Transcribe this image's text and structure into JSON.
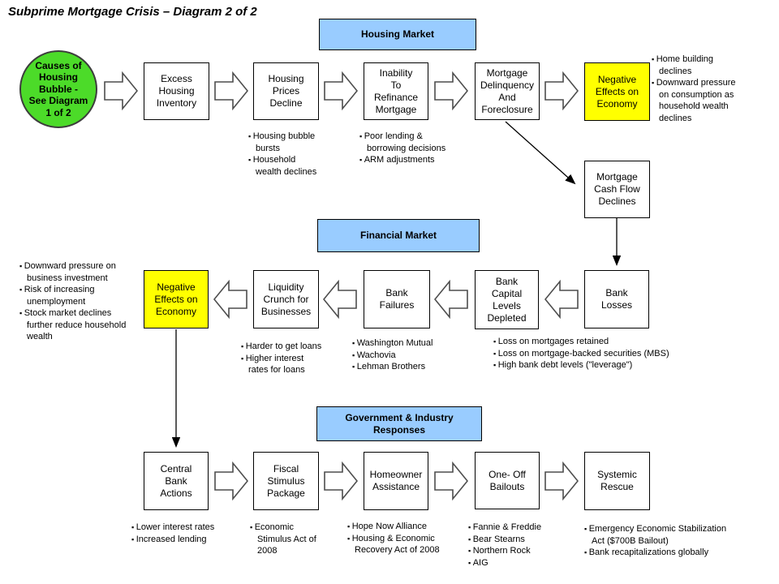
{
  "title": "Subprime Mortgage Crisis – Diagram 2 of 2",
  "headers": {
    "housing": "Housing Market",
    "financial": "Financial Market",
    "responses": "Government & Industry\nResponses"
  },
  "nodes": {
    "causes_circle": "Causes of\nHousing\nBubble -\nSee Diagram\n1 of 2",
    "excess_inventory": "Excess\nHousing\nInventory",
    "prices_decline": "Housing\nPrices\nDecline",
    "inability_refinance": "Inability\nTo\nRefinance\nMortgage",
    "delinquency_foreclosure": "Mortgage\nDelinquency\nAnd\nForeclosure",
    "negative_effects_housing": "Negative\nEffects on\nEconomy",
    "cash_flow_declines": "Mortgage\nCash Flow\nDeclines",
    "bank_losses": "Bank\nLosses",
    "bank_capital_depleted": "Bank\nCapital\nLevels\nDepleted",
    "bank_failures": "Bank\nFailures",
    "liquidity_crunch": "Liquidity\nCrunch for\nBusinesses",
    "negative_effects_financial": "Negative\nEffects on\nEconomy",
    "central_bank_actions": "Central\nBank\nActions",
    "fiscal_stimulus": "Fiscal\nStimulus\nPackage",
    "homeowner_assistance": "Homeowner\nAssistance",
    "oneoff_bailouts": "One- Off\nBailouts",
    "systemic_rescue": "Systemic\nRescue"
  },
  "bullets": {
    "prices": [
      "Housing bubble bursts",
      "Household wealth declines"
    ],
    "refinance": [
      "Poor lending & borrowing decisions",
      "ARM adjustments"
    ],
    "neg_housing": [
      "Home building declines",
      "Downward pressure on consumption as household wealth declines"
    ],
    "neg_financial": [
      "Downward pressure on business investment",
      "Risk of increasing unemployment",
      "Stock market declines further reduce household wealth"
    ],
    "liquidity": [
      "Harder to get loans",
      "Higher interest rates for loans"
    ],
    "failures": [
      "Washington Mutual",
      "Wachovia",
      "Lehman Brothers"
    ],
    "losses": [
      "Loss on mortgages retained",
      "Loss on mortgage-backed securities (MBS)",
      "High bank debt levels (\"leverage\")"
    ],
    "central": [
      "Lower interest rates",
      "Increased lending"
    ],
    "fiscal": [
      "Economic Stimulus Act of 2008"
    ],
    "homeowner": [
      "Hope Now Alliance",
      "Housing & Economic Recovery Act of 2008"
    ],
    "oneoff": [
      "Fannie & Freddie",
      "Bear Stearns",
      "Northern Rock",
      "AIG"
    ],
    "systemic": [
      "Emergency Economic Stabilization Act ($700B Bailout)",
      "Bank recapitalizations globally"
    ]
  },
  "colors": {
    "header_bg": "#99CCFF",
    "highlight_yellow": "#FFFF00",
    "start_node_green": "#4CDB29",
    "arrow_outline": "#4D4D4D",
    "text": "#000000"
  }
}
